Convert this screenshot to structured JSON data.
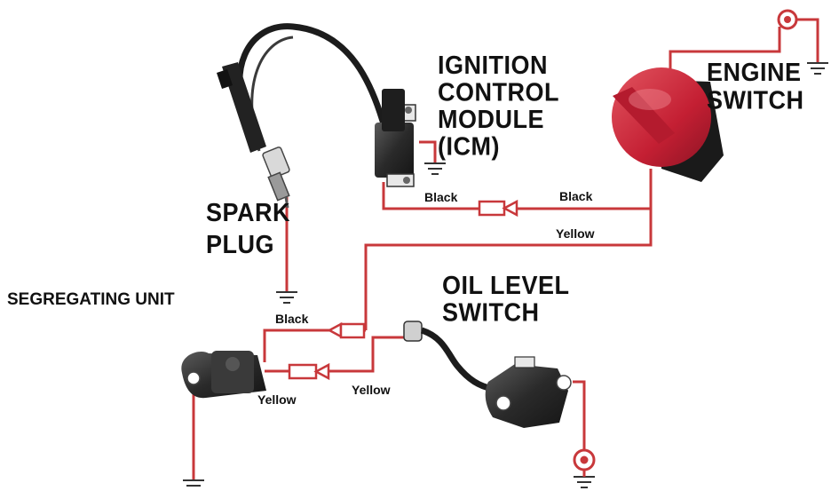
{
  "labels": {
    "icm": [
      "IGNITION",
      "CONTROL",
      "MODULE",
      "(ICM)"
    ],
    "engine_switch": [
      "ENGINE",
      "SWITCH"
    ],
    "spark_plug": [
      "SPARK",
      "PLUG"
    ],
    "oil_level_switch": [
      "OIL LEVEL",
      "SWITCH"
    ],
    "segregating_unit": "SEGREGATING UNIT"
  },
  "wires": {
    "black_top_left": "Black",
    "black_top_right": "Black",
    "yellow_top": "Yellow",
    "black_bottom": "Black",
    "yellow_bottom_left": "Yellow",
    "yellow_bottom_right": "Yellow"
  },
  "colors": {
    "wire_red": "#c8383b",
    "component_dark": "#2b2b2b",
    "switch_red": "#d3233a",
    "ground_line": "#b04040"
  },
  "icons": [
    "ground-symbol-icon",
    "terminal-ring-icon",
    "connector-diode-icon"
  ]
}
